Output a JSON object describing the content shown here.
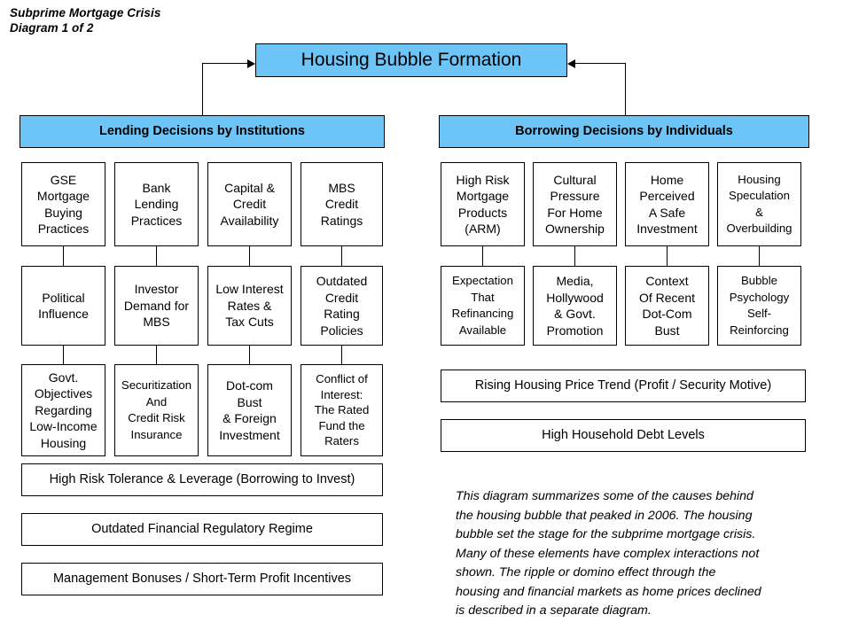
{
  "document": {
    "header_line1": "Subprime Mortgage Crisis",
    "header_line2": "Diagram 1 of 2"
  },
  "colors": {
    "accent_blue": "#6DC5F7",
    "box_border": "#000000",
    "background": "#FFFFFF",
    "text": "#000000"
  },
  "title_node": {
    "label": "Housing Bubble Formation"
  },
  "branches": {
    "lending": {
      "header": "Lending Decisions by Institutions",
      "columns": [
        {
          "cards": [
            "GSE\nMortgage\nBuying\nPractices",
            "Political\nInfluence",
            "Govt.\nObjectives\nRegarding\nLow-Income\nHousing"
          ]
        },
        {
          "cards": [
            "Bank\nLending\nPractices",
            "Investor\nDemand for\nMBS",
            "Securitization\nAnd\nCredit Risk\nInsurance"
          ]
        },
        {
          "cards": [
            "Capital &\nCredit\nAvailability",
            "Low Interest\nRates &\nTax Cuts",
            "Dot-com\nBust\n& Foreign\nInvestment"
          ]
        },
        {
          "cards": [
            "MBS\nCredit\nRatings",
            "Outdated\nCredit\nRating\nPolicies",
            "Conflict of\nInterest:\nThe Rated\nFund the\nRaters"
          ]
        }
      ],
      "bars": [
        "High Risk Tolerance & Leverage (Borrowing to Invest)",
        "Outdated Financial Regulatory Regime",
        "Management Bonuses / Short-Term Profit Incentives"
      ]
    },
    "borrowing": {
      "header": "Borrowing Decisions by Individuals",
      "columns": [
        {
          "cards": [
            "High Risk\nMortgage\nProducts\n(ARM)",
            "Expectation\nThat\nRefinancing\nAvailable"
          ]
        },
        {
          "cards": [
            "Cultural\nPressure\nFor Home\nOwnership",
            "Media,\nHollywood\n& Govt.\nPromotion"
          ]
        },
        {
          "cards": [
            "Home\nPerceived\nA Safe\nInvestment",
            "Context\nOf Recent\nDot-Com\nBust"
          ]
        },
        {
          "cards": [
            "Housing\nSpeculation\n&\nOverbuilding",
            "Bubble\nPsychology\nSelf-\nReinforcing"
          ]
        }
      ],
      "bars": [
        "Rising Housing Price Trend (Profit / Security Motive)",
        "High Household Debt Levels"
      ]
    }
  },
  "description": "This diagram summarizes some of the causes behind\nthe housing bubble that peaked in 2006.  The housing\nbubble set the stage for the subprime mortgage crisis.\nMany of these elements have complex interactions not\nshown.  The ripple or domino effect through the\nhousing and financial markets as home prices declined\nis described in a separate diagram."
}
